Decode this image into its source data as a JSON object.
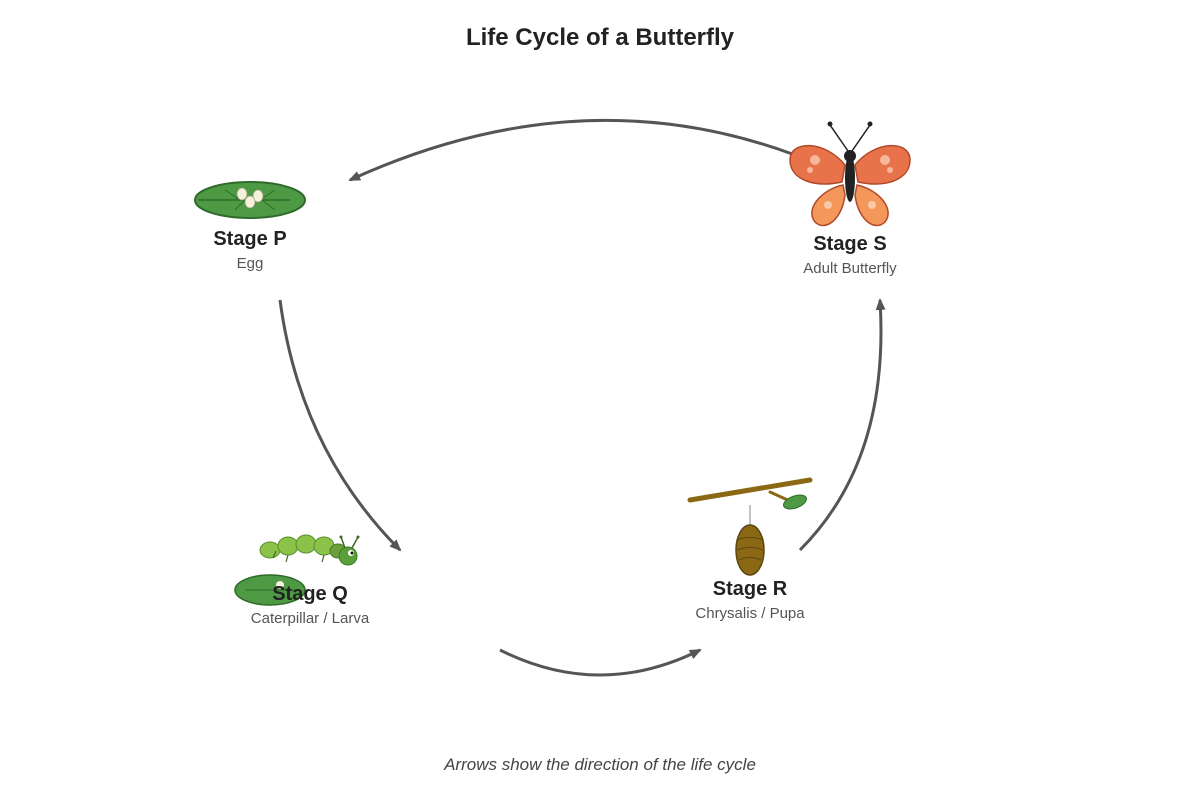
{
  "title": "Life Cycle of a Butterfly",
  "stages": [
    {
      "name": "Stage P",
      "description": "Egg",
      "icon": "egg-on-leaf-icon"
    },
    {
      "name": "Stage Q",
      "description": "Caterpillar / Larva",
      "icon": "caterpillar-icon"
    },
    {
      "name": "Stage R",
      "description": "Chrysalis / Pupa",
      "icon": "chrysalis-icon"
    },
    {
      "name": "Stage S",
      "description": "Adult Butterfly",
      "icon": "butterfly-icon"
    }
  ],
  "footer": "Arrows show the direction of the life cycle",
  "colors": {
    "arrow": "#555555",
    "leaf": "#4e9a44",
    "leaf_dark": "#2e6b2a",
    "caterpillar": "#8bc34a",
    "chrysalis": "#8b6914",
    "wing_upper": "#e8734a",
    "wing_lower": "#f4975a",
    "body": "#222222"
  }
}
